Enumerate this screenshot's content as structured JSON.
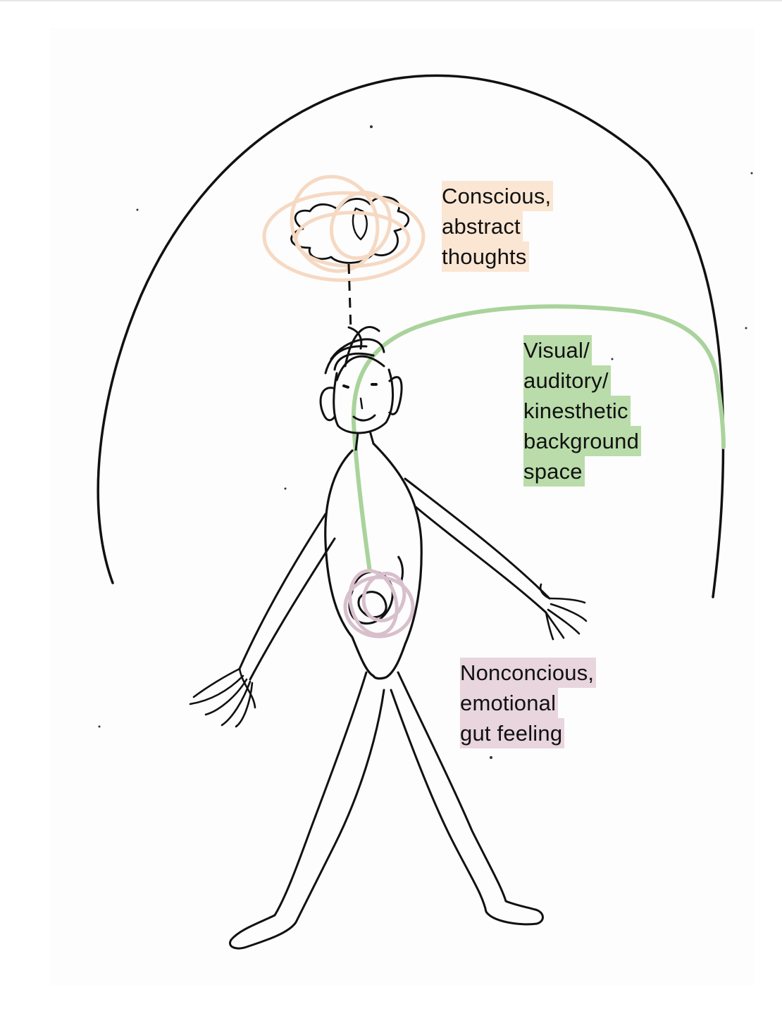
{
  "labels": {
    "conscious": {
      "lines": [
        "Conscious,",
        "abstract",
        "thoughts"
      ],
      "highlight_color": "#fbe6d3"
    },
    "visual": {
      "lines": [
        "Visual/",
        "auditory/",
        "kinesthetic",
        "background",
        "space"
      ],
      "highlight_color": "#b9dcaa"
    },
    "nonconscious": {
      "lines": [
        "Nonconcious,",
        "emotional",
        "gut feeling"
      ],
      "highlight_color": "#e8d5de"
    }
  },
  "colors": {
    "ink": "#111111",
    "thought_scribble": "#f6d9c3",
    "gut_scribble": "#d8bfcc",
    "space_curve": "#a9d39b"
  }
}
